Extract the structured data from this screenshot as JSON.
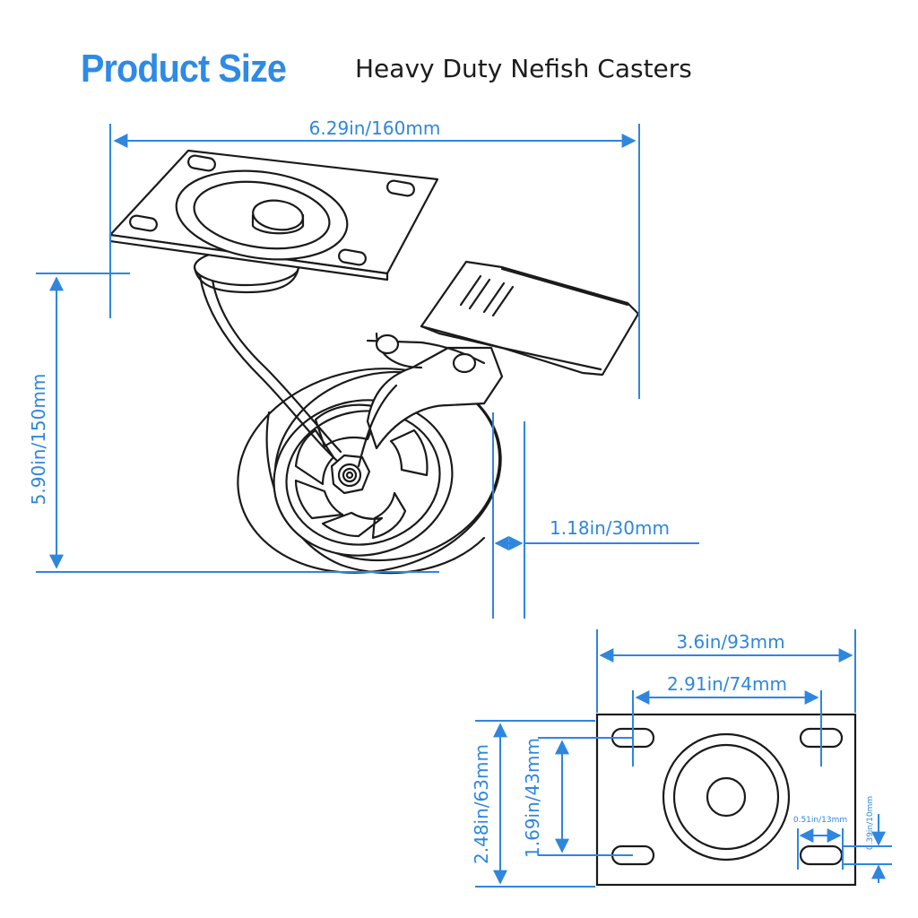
{
  "header": {
    "title": "Product Size",
    "subtitle": "Heavy Duty Nefish Casters"
  },
  "dimensions": {
    "overall_length": "6.29in/160mm",
    "overall_height": "5.90in/150mm",
    "wheel_width": "1.18in/30mm",
    "plate_width": "3.6in/93mm",
    "hole_spacing_width": "2.91in/74mm",
    "plate_length": "2.48in/63mm",
    "hole_spacing_length": "1.69in/43mm",
    "slot_length": "0.51in/13mm",
    "slot_width": "0.39in/10mm"
  },
  "colors": {
    "accent_blue": "#2e86de",
    "title_blue": "#2e8ae6",
    "line": "#1a1a1a"
  }
}
